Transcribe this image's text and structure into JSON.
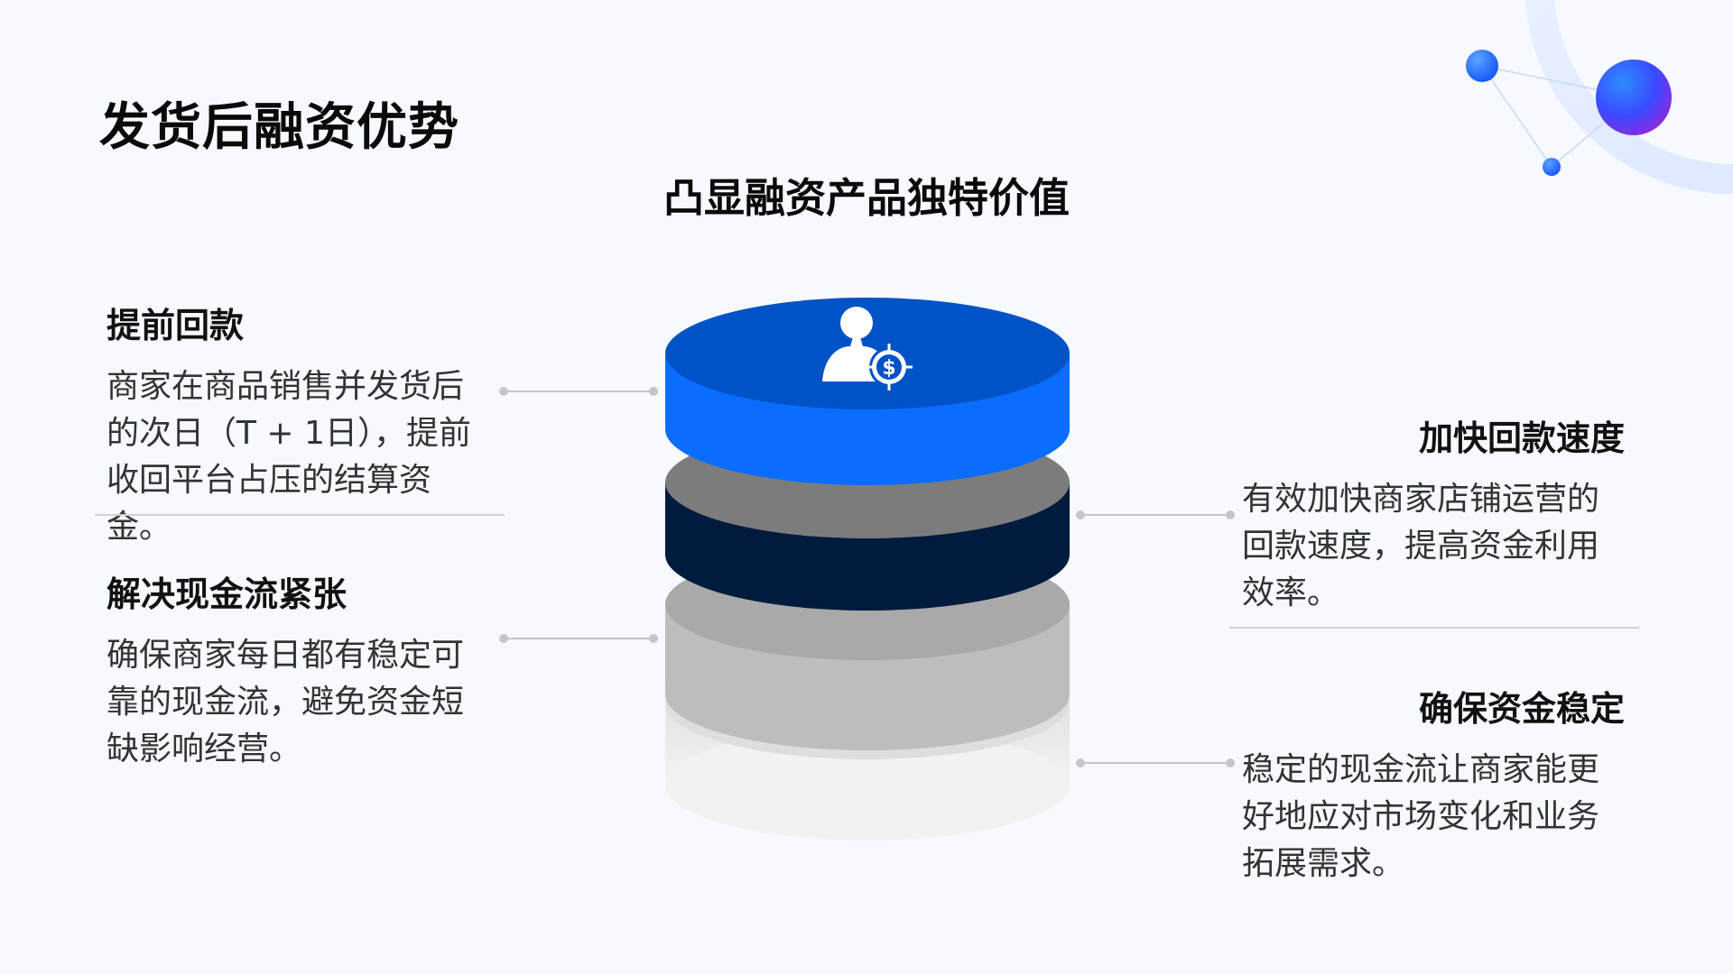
{
  "title": "发货后融资优势",
  "subtitle": "凸显融资产品独特价值",
  "points": {
    "advance_payment": {
      "heading": "提前回款",
      "body": "商家在商品销售并发货后的次日（T + 1日），提前收回平台占压的结算资金。"
    },
    "speed_up": {
      "heading": "加快回款速度",
      "body": "有效加快商家店铺运营的回款速度，提高资金利用效率。"
    },
    "cash_flow": {
      "heading": "解决现金流紧张",
      "body": "确保商家每日都有稳定可靠的现金流，避免资金短缺影响经营。"
    },
    "stability": {
      "heading": "确保资金稳定",
      "body": "稳定的现金流让商家能更好地应对市场变化和业务拓展需求。"
    }
  },
  "stack_icon": "person-dollar-icon",
  "colors": {
    "accent_blue": "#0a6dff",
    "accent_blue_top": "#0053c6",
    "navy": "#001b3d",
    "gray_dark": "#7a7a7a",
    "gray_mid": "#b8b8b8",
    "gray_light": "#e6e6e6"
  }
}
